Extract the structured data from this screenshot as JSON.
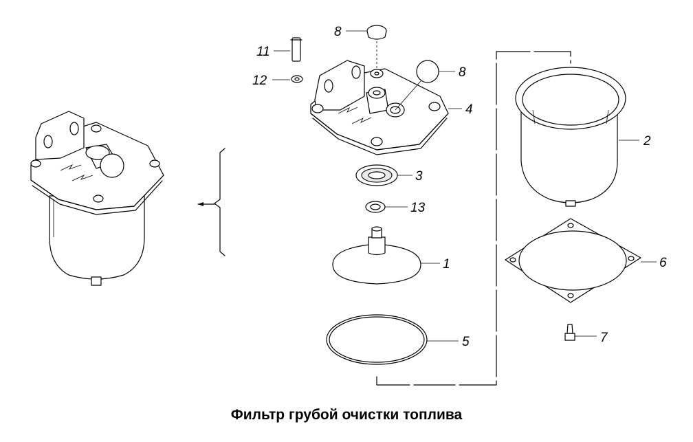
{
  "title": "Фильтр грубой очистки топлива",
  "part_labels": {
    "p1": "1",
    "p2": "2",
    "p3": "3",
    "p4": "4",
    "p5": "5",
    "p6": "6",
    "p7": "7",
    "p8a": "8",
    "p8b": "8",
    "p11": "11",
    "p12": "12",
    "p13": "13"
  },
  "icons": [
    "assembled-filter-icon",
    "filter-cover-icon",
    "filter-bowl-icon",
    "gasket-ring-icon",
    "o-ring-icon",
    "reflector-disc-icon",
    "drain-plug-icon",
    "bolt-icon",
    "washer-icon",
    "plug-icon"
  ]
}
